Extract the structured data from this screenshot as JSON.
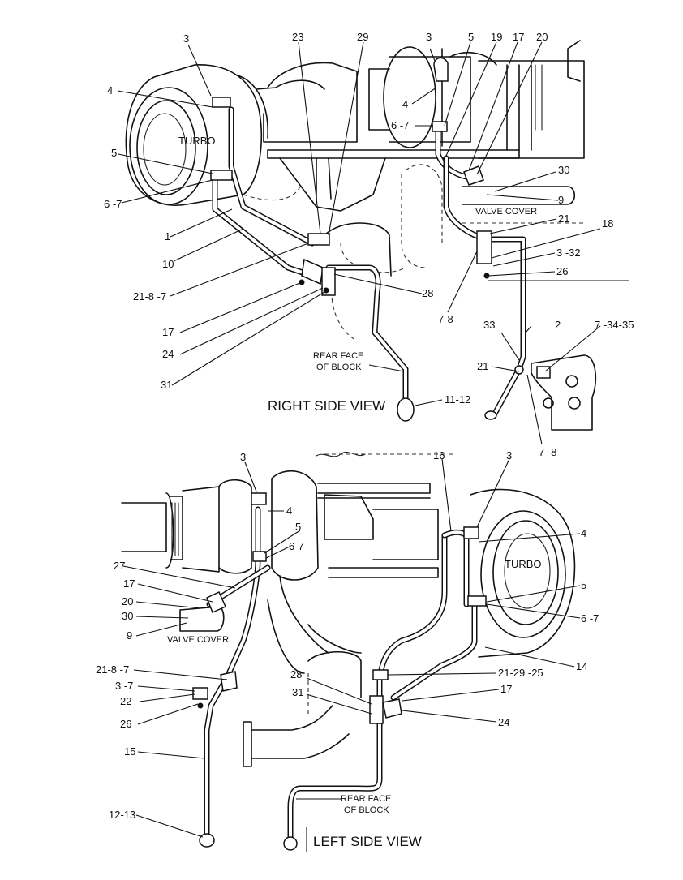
{
  "views": {
    "right": {
      "caption": "RIGHT SIDE VIEW",
      "turbo": "TURBO",
      "valve_cover": "VALVE COVER",
      "rear_face_1": "REAR FACE",
      "rear_face_2": "OF BLOCK",
      "callouts": [
        "3",
        "4",
        "5",
        "6 -7",
        "1",
        "10",
        "21-8 -7",
        "17",
        "24",
        "31",
        "23",
        "29",
        "28",
        "3",
        "5",
        "19",
        "17",
        "20",
        "4",
        "6 -7",
        "30",
        "9",
        "21",
        "18",
        "3 -32",
        "26",
        "7-8",
        "33",
        "2",
        "7 -34-35",
        "21",
        "7 -8",
        "11-12"
      ]
    },
    "left": {
      "caption": "LEFT SIDE VIEW",
      "turbo": "TURBO",
      "valve_cover": "VALVE COVER",
      "rear_face_1": "REAR FACE",
      "rear_face_2": "OF BLOCK",
      "callouts": [
        "3",
        "4",
        "5",
        "6-7",
        "27",
        "17",
        "20",
        "30",
        "9",
        "21-8 -7",
        "3 -7",
        "22",
        "26",
        "15",
        "12-13",
        "16",
        "3",
        "4",
        "5",
        "6 -7",
        "14",
        "21-29 -25",
        "28",
        "17",
        "31",
        "24"
      ]
    }
  }
}
